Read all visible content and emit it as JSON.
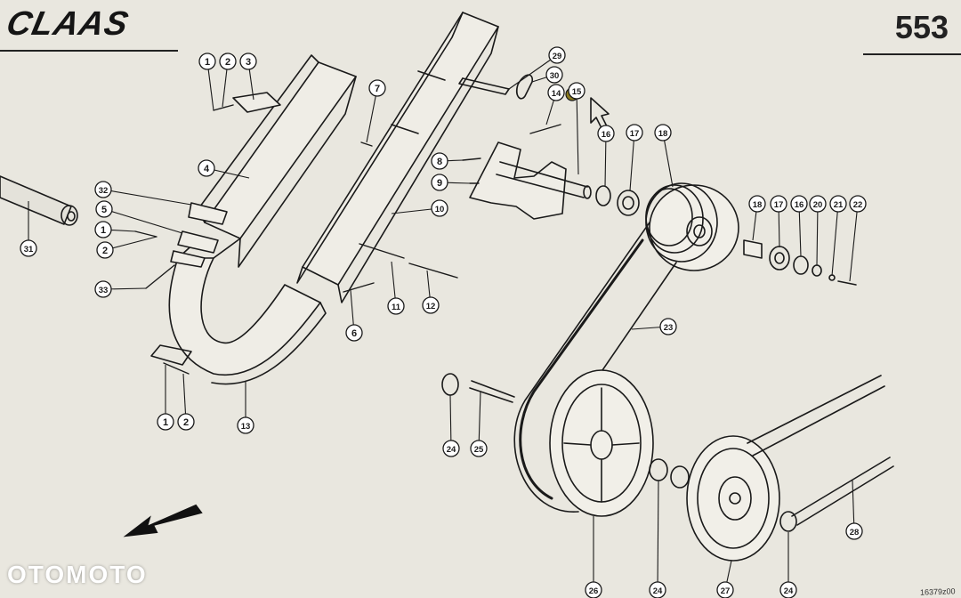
{
  "header": {
    "brand": "CLAAS",
    "page_number": "553"
  },
  "footer": {
    "drawing_code": "16379z00",
    "watermark": "OTOMOTO"
  },
  "colors": {
    "paper": "#e9e7df",
    "ink": "#1a1a1a",
    "callout_fill": "#ffffff",
    "highlight_nut": "#8a7a1e"
  },
  "callouts": [
    {
      "id": "c1a",
      "label": "1"
    },
    {
      "id": "c2a",
      "label": "2"
    },
    {
      "id": "c3",
      "label": "3"
    },
    {
      "id": "c7",
      "label": "7"
    },
    {
      "id": "c29",
      "label": "29"
    },
    {
      "id": "c30",
      "label": "30"
    },
    {
      "id": "c14",
      "label": "14"
    },
    {
      "id": "c15",
      "label": "15"
    },
    {
      "id": "c16a",
      "label": "16"
    },
    {
      "id": "c17a",
      "label": "17"
    },
    {
      "id": "c18a",
      "label": "18"
    },
    {
      "id": "c4",
      "label": "4"
    },
    {
      "id": "c8",
      "label": "8"
    },
    {
      "id": "c9",
      "label": "9"
    },
    {
      "id": "c10",
      "label": "10"
    },
    {
      "id": "c32",
      "label": "32"
    },
    {
      "id": "c5",
      "label": "5"
    },
    {
      "id": "c1b",
      "label": "1"
    },
    {
      "id": "c2b",
      "label": "2"
    },
    {
      "id": "c31",
      "label": "31"
    },
    {
      "id": "c33",
      "label": "33"
    },
    {
      "id": "c6",
      "label": "6"
    },
    {
      "id": "c11",
      "label": "11"
    },
    {
      "id": "c12",
      "label": "12"
    },
    {
      "id": "c18b",
      "label": "18"
    },
    {
      "id": "c17b",
      "label": "17"
    },
    {
      "id": "c16b",
      "label": "16"
    },
    {
      "id": "c20",
      "label": "20"
    },
    {
      "id": "c21",
      "label": "21"
    },
    {
      "id": "c22",
      "label": "22"
    },
    {
      "id": "c23",
      "label": "23"
    },
    {
      "id": "c1c",
      "label": "1"
    },
    {
      "id": "c2c",
      "label": "2"
    },
    {
      "id": "c13",
      "label": "13"
    },
    {
      "id": "c24a",
      "label": "24"
    },
    {
      "id": "c25",
      "label": "25"
    },
    {
      "id": "c28",
      "label": "28"
    },
    {
      "id": "c26",
      "label": "26"
    },
    {
      "id": "c24b",
      "label": "24"
    },
    {
      "id": "c27",
      "label": "27"
    },
    {
      "id": "c24c",
      "label": "24"
    }
  ]
}
